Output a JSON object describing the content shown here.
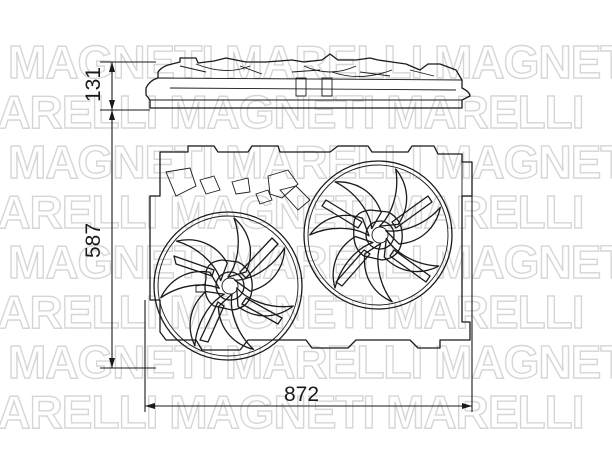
{
  "watermark": {
    "brand": "MAGNETI MARELLI",
    "word1": "MAGNETI",
    "word2": "MARELLI"
  },
  "dimensions": {
    "height_top_view": "131",
    "height_front_view": "587",
    "width": "872"
  },
  "colors": {
    "line": "#1a1a1a",
    "watermark": "#d6d6d6",
    "background": "#ffffff"
  }
}
